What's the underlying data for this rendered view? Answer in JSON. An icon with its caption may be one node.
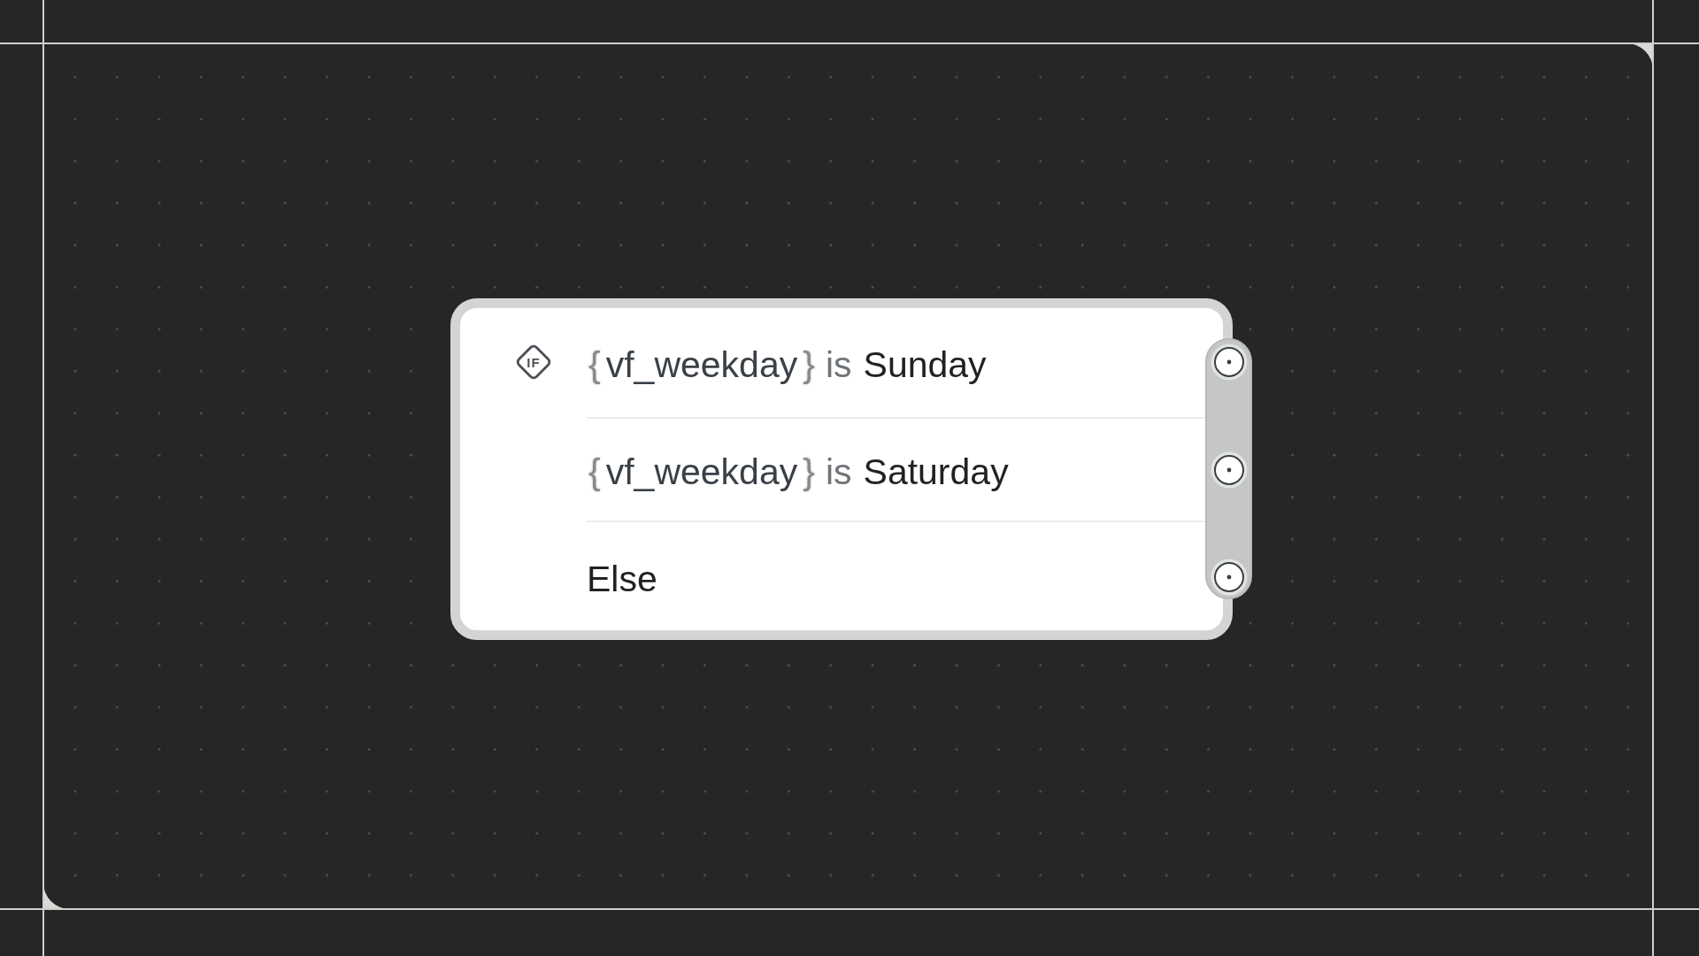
{
  "diagram": {
    "nodes": [
      {
        "text": [],
        "shape": "box"
      },
      {
        "text": [
          "IF"
        ],
        "in": 0
      },
      {
        "text": [
          "{vf_weekday}",
          "is",
          "Sunday"
        ],
        "in": 0
      },
      {
        "text": [
          "{vf_weekday}",
          "is",
          "Saturday"
        ],
        "in": 0
      },
      {
        "text": [
          "Else"
        ],
        "in": 0
      }
    ]
  }
}
